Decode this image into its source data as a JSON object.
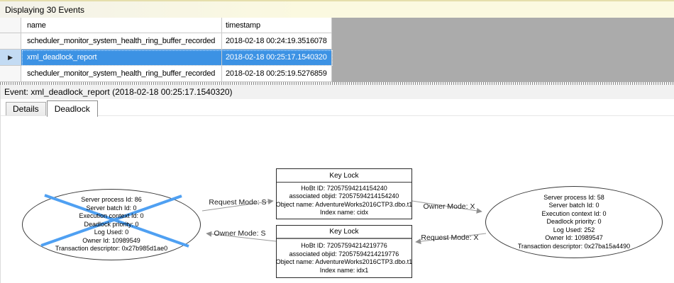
{
  "info_bar": {
    "text": "Displaying 30 Events"
  },
  "grid": {
    "header": {
      "name": "name",
      "timestamp": "timestamp"
    },
    "selector_glyph": "▶",
    "rows": [
      {
        "name": "scheduler_monitor_system_health_ring_buffer_recorded",
        "timestamp": "2018-02-18 00:24:19.3516078",
        "selected": false
      },
      {
        "name": "xml_deadlock_report",
        "timestamp": "2018-02-18 00:25:17.1540320",
        "selected": true
      },
      {
        "name": "scheduler_monitor_system_health_ring_buffer_recorded",
        "timestamp": "2018-02-18 00:25:19.5276859",
        "selected": false
      }
    ]
  },
  "event_bar": {
    "text": "Event: xml_deadlock_report (2018-02-18 00:25:17.1540320)"
  },
  "tabs": {
    "details": "Details",
    "deadlock": "Deadlock"
  },
  "graph": {
    "victim_process": {
      "lines": [
        "Server process Id: 86",
        "Server batch Id: 0",
        "Execution context Id: 0",
        "Deadlock priority: 0",
        "Log Used: 0",
        "Owner Id: 10989549",
        "Transaction descriptor: 0x27b985d1ae0"
      ]
    },
    "survivor_process": {
      "lines": [
        "Server process Id: 58",
        "Server batch Id: 0",
        "Execution context Id: 0",
        "Deadlock priority: 0",
        "Log Used: 252",
        "Owner Id: 10989547",
        "Transaction descriptor: 0x27ba15a4490"
      ]
    },
    "top_lock": {
      "title": "Key Lock",
      "lines": [
        "HoBt ID: 72057594214154240",
        "associated objid: 72057594214154240",
        "Object name: AdventureWorks2016CTP3.dbo.t1",
        "Index name: cidx"
      ]
    },
    "bottom_lock": {
      "title": "Key Lock",
      "lines": [
        "HoBt ID: 72057594214219776",
        "associated objid: 72057594214219776",
        "Object name: AdventureWorks2016CTP3.dbo.t1",
        "Index name: idx1"
      ]
    },
    "edges": {
      "request_s": "Request Mode: S",
      "owner_s": "Owner Mode: S",
      "owner_x": "Owner Mode: X",
      "request_x": "Request Mode: X"
    }
  },
  "colors": {
    "selection": "#3C92E4",
    "victim_cross": "#4FA0F2",
    "edge": "#8F8F8F",
    "grid_empty": "#ABABAB",
    "info_bar_bg": "#FBF9E0"
  }
}
